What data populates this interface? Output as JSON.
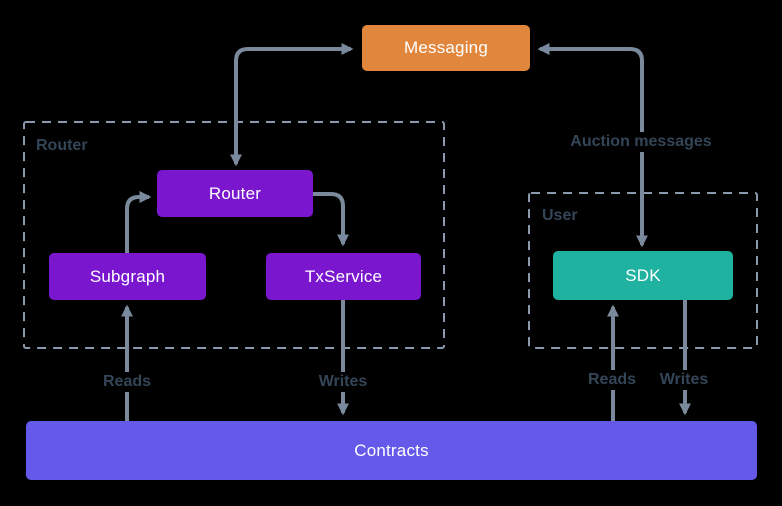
{
  "diagram": {
    "background": "#000000",
    "colors": {
      "arrow": "#7a8a9c",
      "group_border": "#8a99ac",
      "label_text": "#344557",
      "node_text": "#ffffff",
      "orange": "#e1873d",
      "purple": "#7b16cf",
      "teal": "#1fb2a1",
      "indigo": "#6459e9"
    },
    "nodes": {
      "messaging": {
        "label": "Messaging",
        "color": "#e1873d"
      },
      "router": {
        "label": "Router",
        "color": "#7b16cf"
      },
      "subgraph": {
        "label": "Subgraph",
        "color": "#7b16cf"
      },
      "txservice": {
        "label": "TxService",
        "color": "#7b16cf"
      },
      "sdk": {
        "label": "SDK",
        "color": "#1fb2a1"
      },
      "contracts": {
        "label": "Contracts",
        "color": "#6459e9"
      }
    },
    "groups": {
      "router": {
        "label": "Router"
      },
      "user": {
        "label": "User"
      }
    },
    "edges": [
      {
        "from": "router",
        "to": "messaging",
        "bidirectional": true,
        "label": ""
      },
      {
        "from": "messaging",
        "to": "sdk",
        "bidirectional": true,
        "label": "Auction messages"
      },
      {
        "from": "subgraph",
        "to": "router",
        "bidirectional": false,
        "label": ""
      },
      {
        "from": "router",
        "to": "txservice",
        "bidirectional": false,
        "label": ""
      },
      {
        "from": "contracts",
        "to": "subgraph",
        "bidirectional": false,
        "label": "Reads"
      },
      {
        "from": "txservice",
        "to": "contracts",
        "bidirectional": false,
        "label": "Writes"
      },
      {
        "from": "contracts",
        "to": "sdk",
        "bidirectional": false,
        "label": "Reads"
      },
      {
        "from": "sdk",
        "to": "contracts",
        "bidirectional": false,
        "label": "Writes"
      }
    ]
  }
}
